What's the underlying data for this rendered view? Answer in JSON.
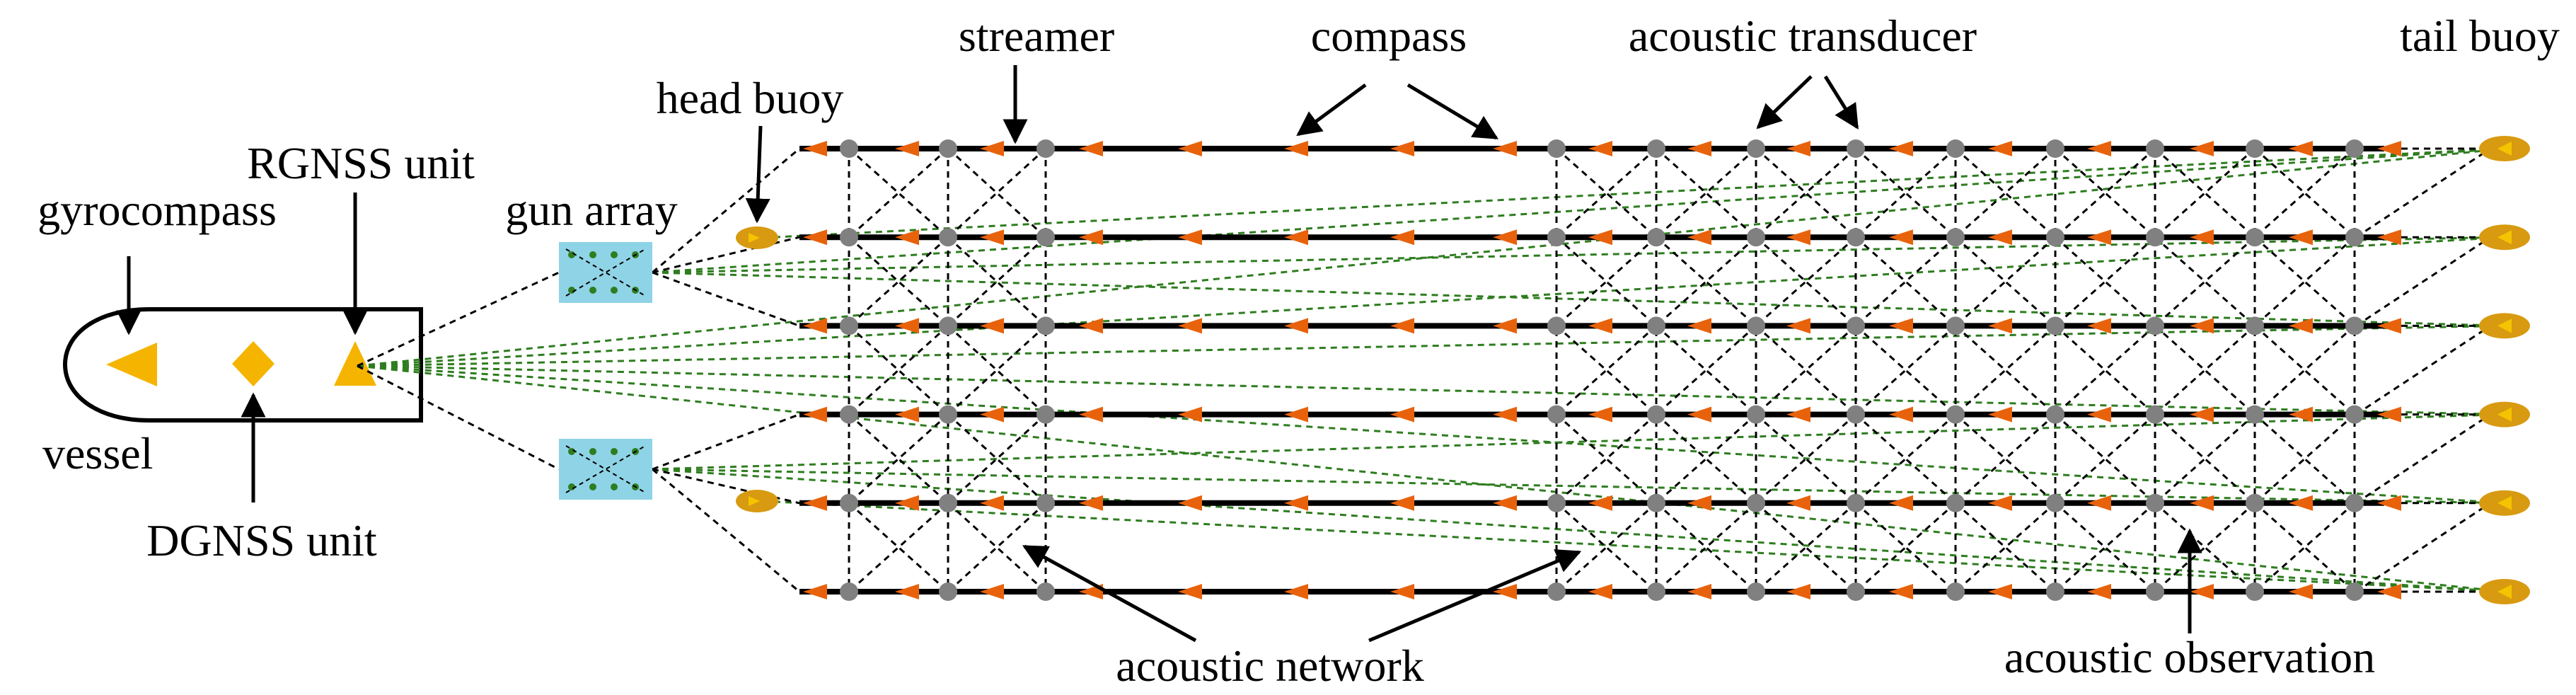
{
  "labels": {
    "streamer": "streamer",
    "compass": "compass",
    "acoustic_transducer": "acoustic transducer",
    "tail_buoy": "tail buoy",
    "head_buoy": "head buoy",
    "rgnss_unit": "RGNSS unit",
    "gyrocompass": "gyrocompass",
    "gun_array": "gun array",
    "vessel": "vessel",
    "dgnss_unit": "DGNSS unit",
    "acoustic_network": "acoustic network",
    "acoustic_observation": "acoustic observation"
  },
  "streamer_count": 6,
  "colors": {
    "streamer": "#000000",
    "compass": "#e8620c",
    "transducer": "#808080",
    "buoy": "#d89a10",
    "buoy_marker": "#f5c400",
    "gnss_marker": "#f5b400",
    "gun_array": "#8fd3e6",
    "green_link": "#2e7d1f",
    "network_link": "#000000"
  },
  "icons": {
    "compass": "orange-triangle-icon",
    "transducer": "grey-dot-icon",
    "buoy": "ellipse-buoy-icon"
  }
}
